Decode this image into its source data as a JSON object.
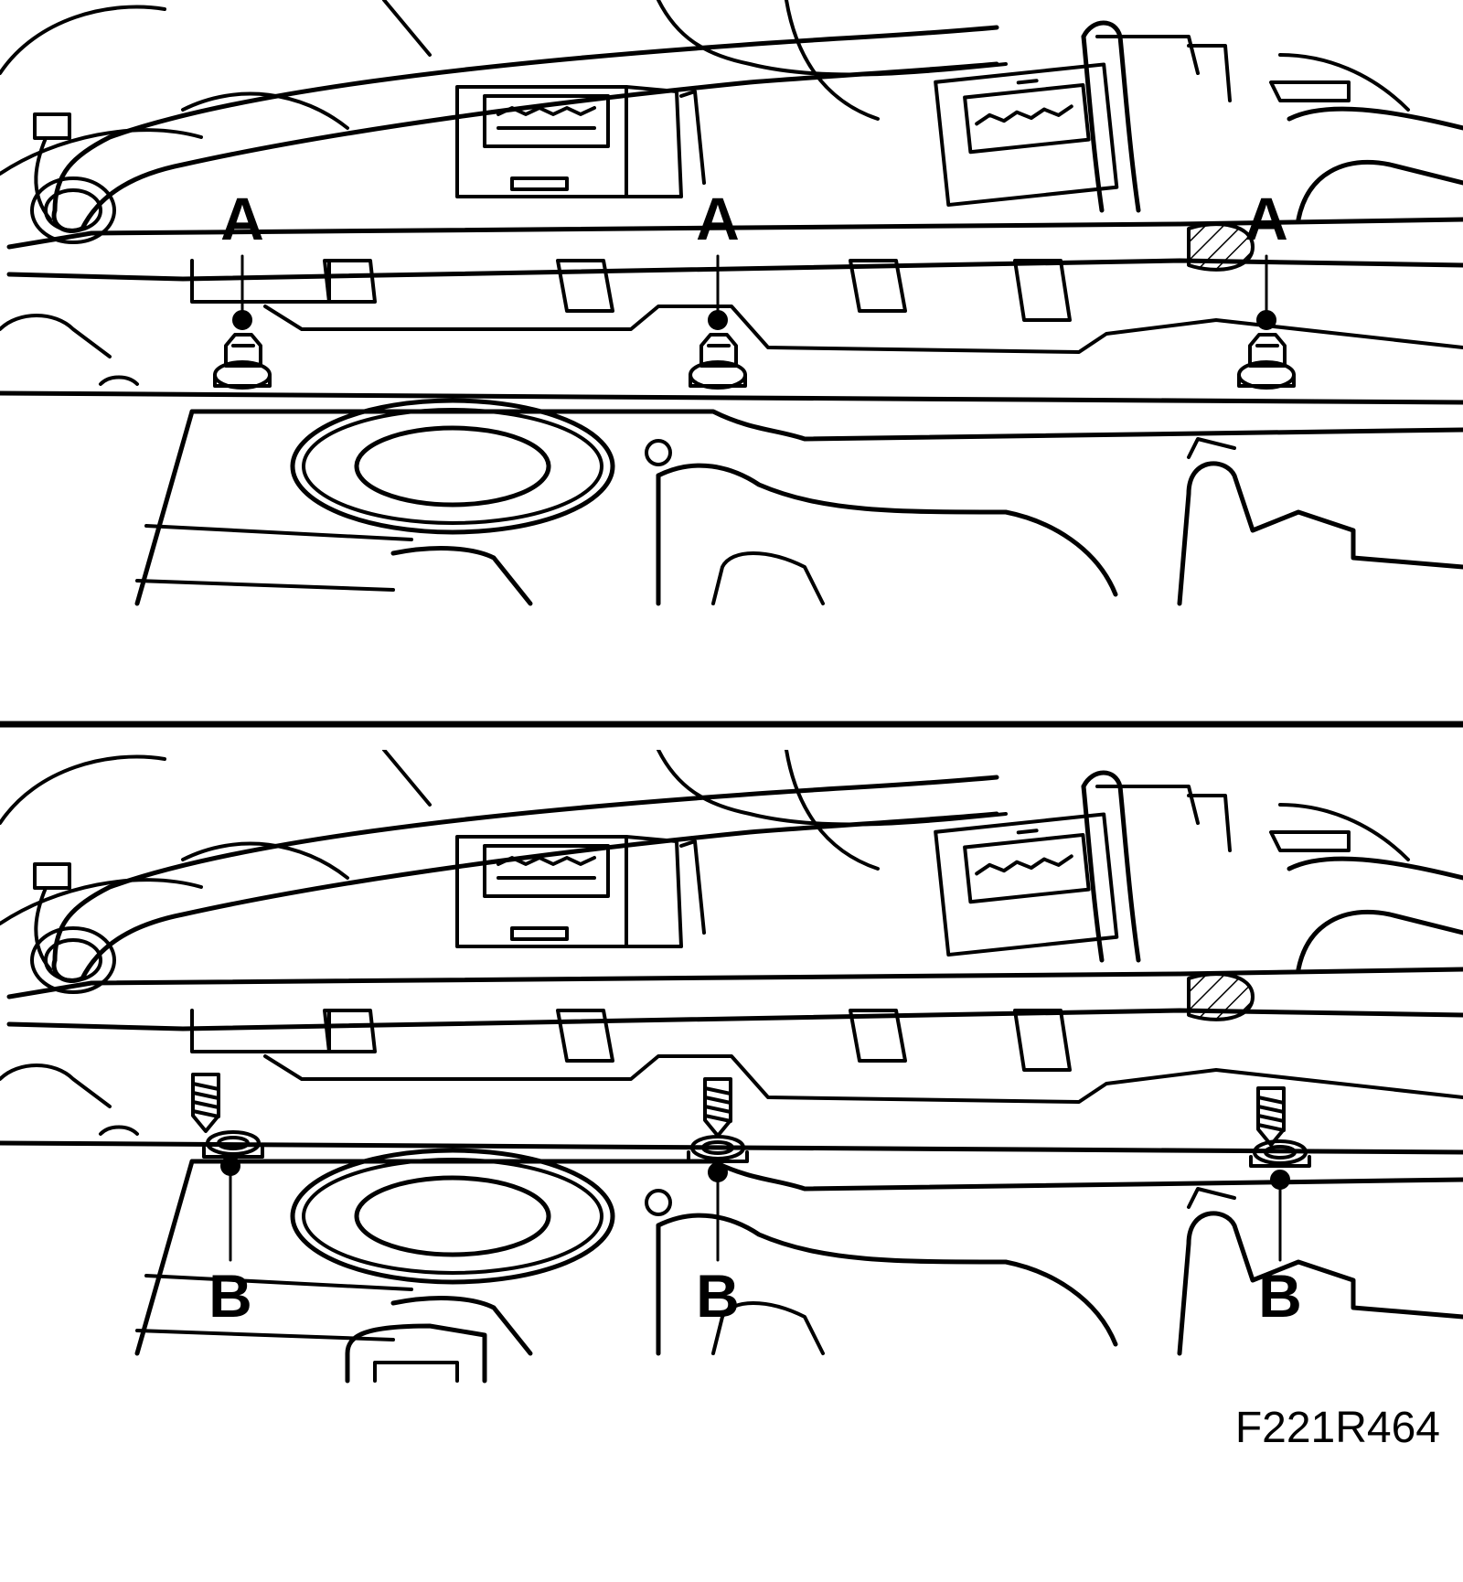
{
  "callouts": {
    "top": [
      "A",
      "A",
      "A"
    ],
    "bottom": [
      "B",
      "B",
      "B"
    ]
  },
  "figure_code": "F221R464",
  "colors": {
    "line": "#000000",
    "background": "#ffffff"
  }
}
